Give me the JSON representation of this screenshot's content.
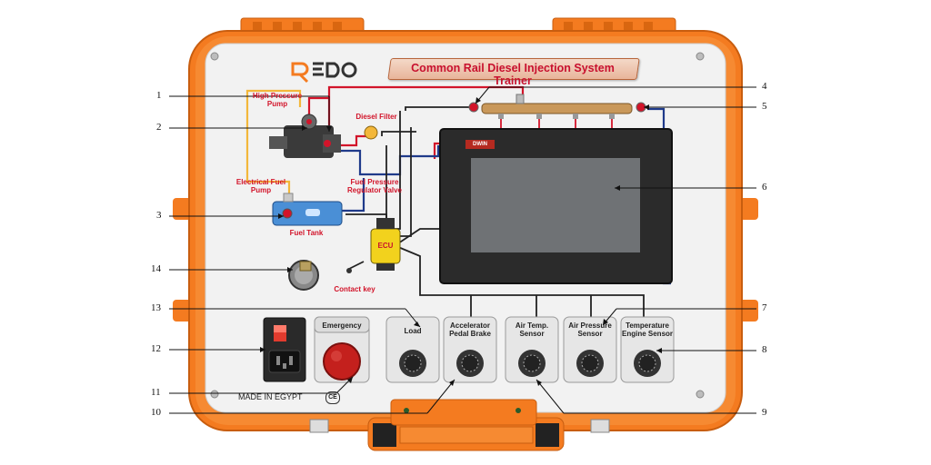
{
  "brand": {
    "logo_text": "REDO"
  },
  "title": "Common Rail Diesel Injection System Trainer",
  "made_in": "MADE IN EGYPT",
  "ce_mark": "CE",
  "screen": {
    "badge": "DWIN"
  },
  "ecu": "ECU",
  "panel_labels": {
    "high_pressure_pump": "High Pressure Pump",
    "diesel_filter": "Diesel Filter",
    "electrical_fuel_pump": "Electrical Fuel Pump",
    "fuel_pressure_regulator_valve": "Fuel Pressure Regulator Valve",
    "fuel_tank": "Fuel Tank",
    "contact_key": "Contact key",
    "emergency": "Emergency",
    "load": "Load",
    "accelerator_pedal_brake": "Accelerator Pedal Brake",
    "air_temp_sensor": "Air Temp. Sensor",
    "air_pressure_sensor": "Air Pressure Sensor",
    "temperature_engine_sensor": "Temperature Engine Sensor"
  },
  "callouts": {
    "c1": "1",
    "c2": "2",
    "c3": "3",
    "c4": "4",
    "c5": "5",
    "c6": "6",
    "c7": "7",
    "c8": "8",
    "c9": "9",
    "c10": "10",
    "c11": "11",
    "c12": "12",
    "c13": "13",
    "c14": "14"
  },
  "colors": {
    "case_orange": "#f47b20",
    "panel_white": "#f2f2f2",
    "wire_red": "#d2142a",
    "wire_blue": "#1f3a8a",
    "wire_black": "#222222",
    "wire_yellow": "#f3b73a"
  }
}
